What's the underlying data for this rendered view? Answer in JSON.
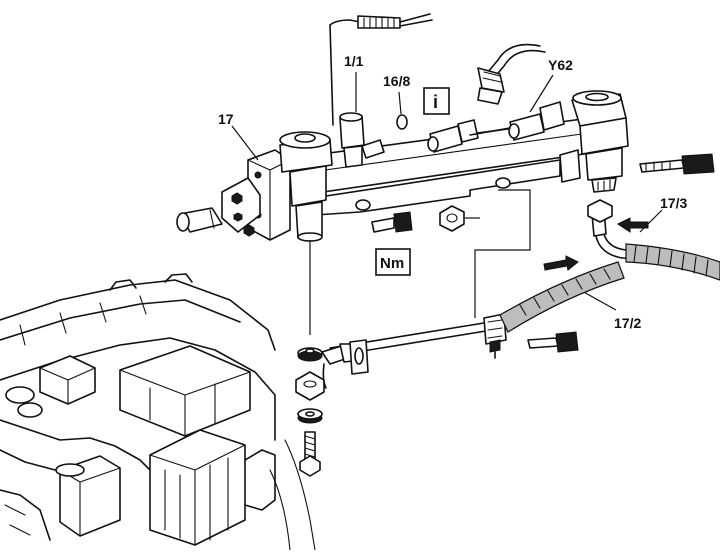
{
  "diagram": {
    "callouts": {
      "c_1_1": "1/1",
      "c_16_8": "16/8",
      "c_y62": "Y62",
      "c_17": "17",
      "c_17_3": "17/3",
      "c_17_2": "17/2"
    },
    "info_symbol": "i",
    "torque_symbol": "Nm",
    "icons": {
      "info": "info-icon",
      "torque": "torque-icon",
      "flow_in": "arrow-left-icon",
      "flow_out": "arrow-right-icon"
    },
    "colors": {
      "line": "#111111",
      "hose_fill": "#bdbdbd",
      "background": "#ffffff"
    }
  }
}
